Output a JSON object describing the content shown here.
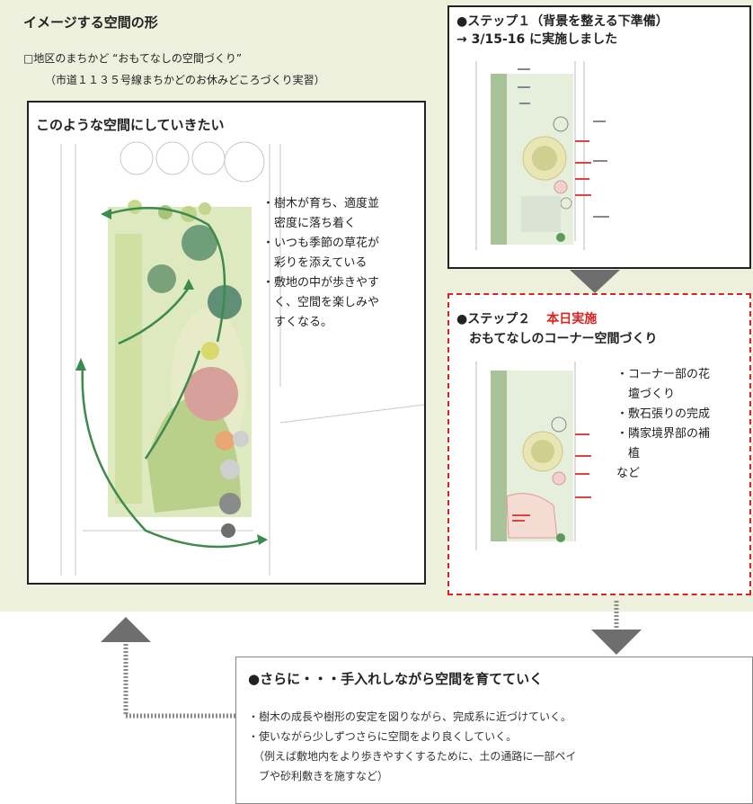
{
  "heading": "イメージする空間の形",
  "subtitle1": "□地区のまちかど “おもてなしの空間づくり”",
  "subtitle2": "（市道１１３５号線まちかどのお休みどころづくり実習）",
  "main_panel": {
    "title": "このような空間にしていきたい",
    "notes": [
      "・樹木が育ち、適度並",
      "　密度に落ち着く",
      "・いつも季節の草花が",
      "　彩りを添えている",
      "・敷地の中が歩きやす",
      "　く、空間を楽しみや",
      "　すくなる。"
    ]
  },
  "step1": {
    "title_line1": "●ステップ１（背景を整える下準備）",
    "title_line2": "→ 3/15-16 に実施しました"
  },
  "step2": {
    "title_prefix": "●ステップ２",
    "badge": "本日実施",
    "title_line2": "おもてなしのコーナー空間づくり",
    "notes": [
      "・コーナー部の花",
      "　壇づくり",
      "・敷石張りの完成",
      "・隣家境界部の補",
      "　植",
      "など"
    ]
  },
  "bottom": {
    "title": "●さらに・・・手入れしながら空間を育てていく",
    "lines": [
      "・樹木の成長や樹形の安定を図りながら、完成系に近づけていく。",
      "・使いながら少しずつさらに空間をより良くしていく。",
      "　（例えば敷地内をより歩きやすくするために、土の通路に一部ペイ",
      "　ブや砂利敷きを施すなど）"
    ]
  },
  "colors": {
    "panel_bg": "#edf0dc",
    "accent_red": "#d22222",
    "arrow_gray": "#6e6e6e",
    "path_green": "#3d8a4f"
  }
}
